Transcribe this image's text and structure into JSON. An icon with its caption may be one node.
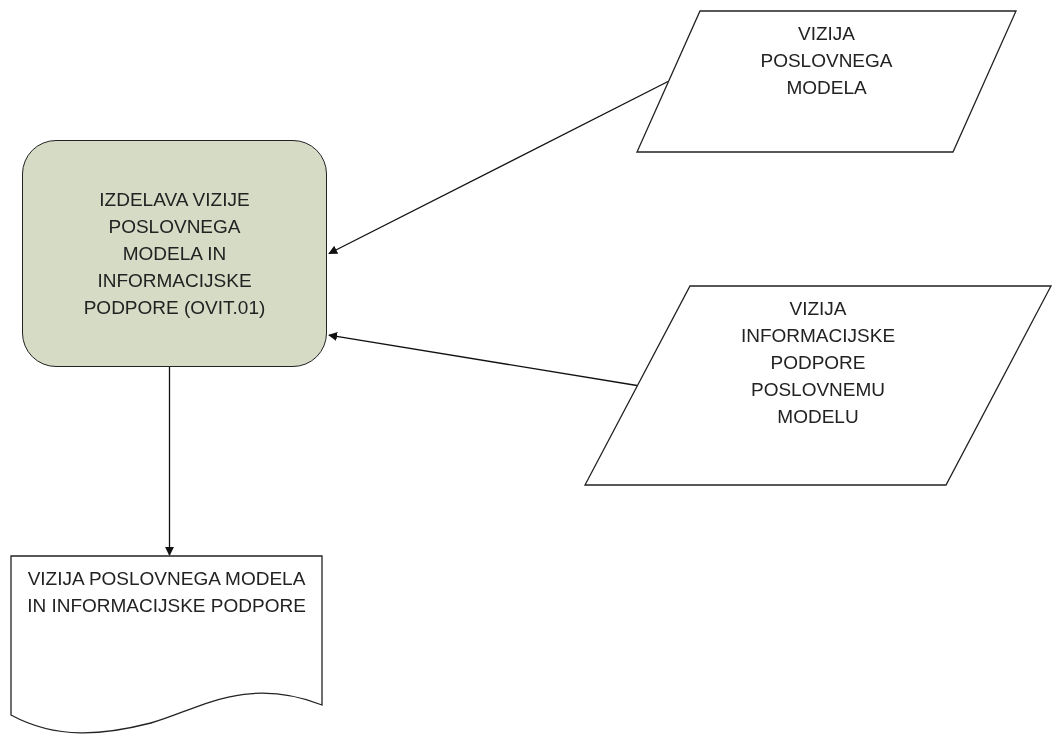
{
  "diagram": {
    "nodes": [
      {
        "text": [
          "IZDELAVA VIZIJE POSLOVNEGA MODELA IN INFORMACIJSKE PODPORE (OVIT.01)"
        ]
      },
      {
        "text": [
          "VIZIJA POSLOVNEGA MODELA"
        ]
      },
      {
        "text": [
          "VIZIJA INFORMACIJSKE PODPORE POSLOVNEMU MODELU"
        ]
      },
      {
        "text": [
          "VIZIJA POSLOVNEGA MODELA IN INFORMACIJSKE PODPORE"
        ]
      }
    ],
    "edges": [
      {
        "from": 1,
        "to": 0,
        "arrow": "to"
      },
      {
        "from": 2,
        "to": 0,
        "arrow": "to"
      },
      {
        "from": 0,
        "to": 3,
        "arrow": "to"
      }
    ]
  }
}
